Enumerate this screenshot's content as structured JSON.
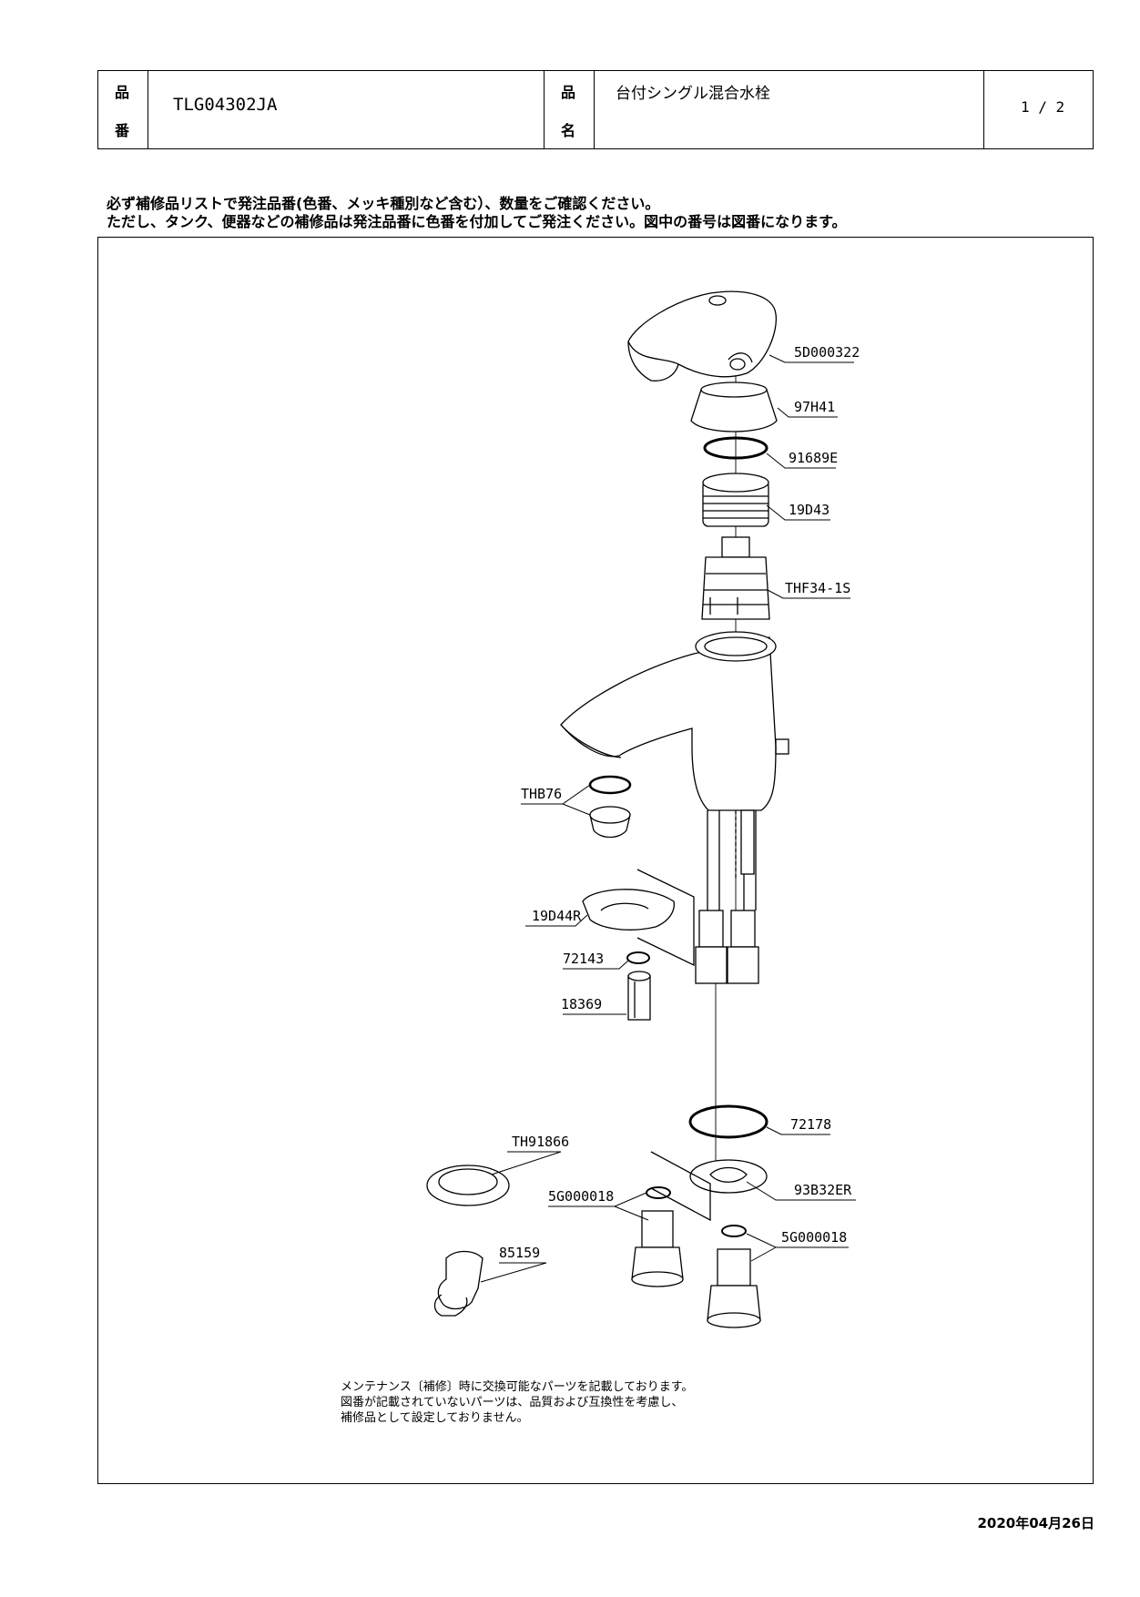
{
  "header": {
    "part_no_label_top": "品",
    "part_no_label_bottom": "番",
    "part_no": "TLG04302JA",
    "name_label_top": "品",
    "name_label_bottom": "名",
    "product_name": "台付シングル混合水栓",
    "page": "1 / 2"
  },
  "notes": [
    "必ず補修品リストで発注品番(色番、メッキ種別など含む）、数量をご確認ください。",
    "ただし、タンク、便器などの補修品は発注品番に色番を付加してご発注ください。図中の番号は図番になります。"
  ],
  "parts": [
    "5D000322",
    "97H41",
    "91689E",
    "19D43",
    "THF34-1S",
    "THB76",
    "19D44R",
    "72143",
    "18369",
    "72178",
    "TH91866",
    "93B32ER",
    "5G000018",
    "5G000018",
    "85159"
  ],
  "maintenance": [
    "メンテナンス〔補修〕時に交換可能なパーツを記載しております。",
    "図番が記載されていないパーツは、品質および互換性を考慮し、",
    "補修品として設定しておりません。"
  ],
  "date": "2020年04月26日"
}
